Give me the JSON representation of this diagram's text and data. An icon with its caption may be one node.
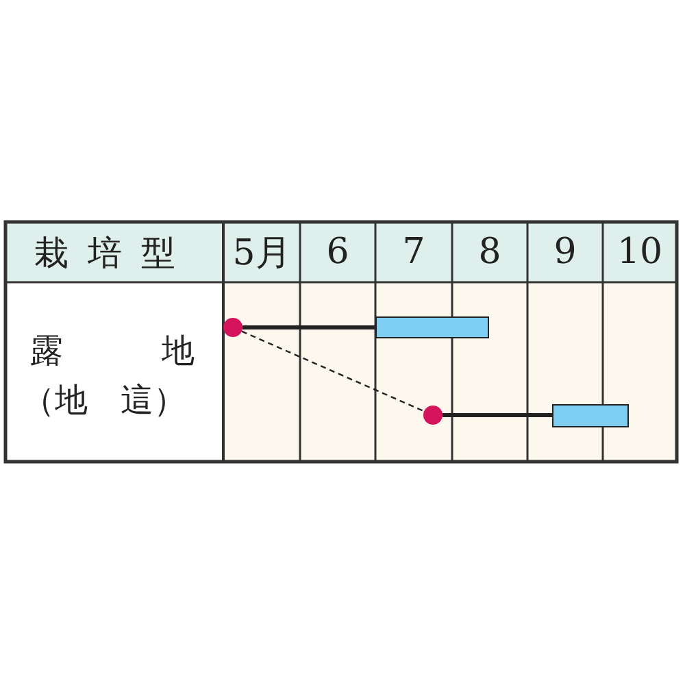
{
  "diagram": {
    "nodes": [
      {
        "text": [],
        "shape": "circle"
      },
      {
        "text": [],
        "shape": "bar"
      },
      {
        "text": [],
        "shape": "circle"
      },
      {
        "text": [],
        "shape": "bar"
      }
    ],
    "edges": [
      {
        "from": 0,
        "to": 1,
        "arrow": "none"
      },
      {
        "from": 0,
        "to": 2,
        "arrow": "none",
        "style": "dashed"
      },
      {
        "from": 2,
        "to": 3,
        "arrow": "none"
      }
    ],
    "labels": [
      "栽培型",
      "5月",
      "6",
      "7",
      "8",
      "9",
      "10",
      "露　　地",
      "（地　這）"
    ]
  }
}
